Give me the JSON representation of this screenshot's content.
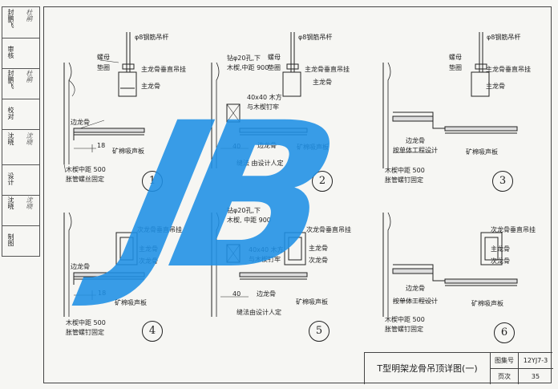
{
  "sidebar": {
    "cells": [
      {
        "label": "封鹏飞",
        "sig": "杜鹃"
      },
      {
        "label": "审核",
        "sig": ""
      },
      {
        "label": "封鹏飞",
        "sig": "杜鹃"
      },
      {
        "label": "校对",
        "sig": ""
      },
      {
        "label": "沈晓",
        "sig": "沈晓"
      },
      {
        "label": "设计",
        "sig": ""
      },
      {
        "label": "沈晓",
        "sig": "沈晓"
      },
      {
        "label": "制图",
        "sig": ""
      }
    ]
  },
  "labels": {
    "rod": "φ8钢筋吊杆",
    "nut": "螺母",
    "washer": "垫圈",
    "main_hanger": "主龙骨垂直吊挂",
    "main_keel": "主龙骨",
    "edge_keel": "边龙骨",
    "board": "矿棉吸声板",
    "dim18": "18",
    "dim40": "40",
    "wood_plug_screw": "木楔中距 500",
    "expansion_wire": "胀管螺丝固定",
    "expansion_nail": "胀管螺钉固定",
    "drill": "钻φ20孔,下",
    "drill_plug": "木楔,中距 900",
    "wood_40": "40x40  木方",
    "wood_nail": "与木楔钉牢",
    "wood_40b": "40x40 木方",
    "seam_note": "缝法 由设计人定",
    "seam_note2": "缝法由设计人定",
    "by_project": "按单体工程设计",
    "sec_hanger": "次龙骨垂直吊挂",
    "sec_keel": "次龙骨",
    "drill2": "钻φ20孔,下",
    "drill_plug2": "木楔, 中距 900"
  },
  "circles": [
    "1",
    "2",
    "3",
    "4",
    "5",
    "6"
  ],
  "watermark": "JB",
  "title_block": {
    "title": "T型明架龙骨吊顶详图(一)",
    "atlas_label": "图集号",
    "atlas_value": "12YJ7-3",
    "page_label": "页次",
    "page_value": "35"
  }
}
